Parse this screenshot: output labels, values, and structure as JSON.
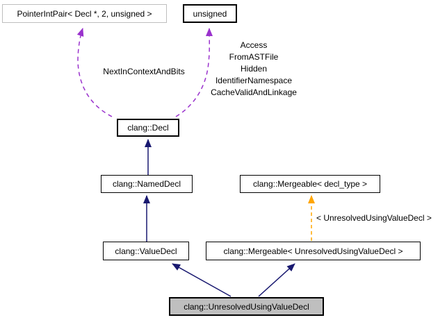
{
  "diagram": {
    "kind": "collaboration-graph",
    "colors": {
      "inheritance": "#191970",
      "usage": "#9a32cd",
      "template": "#ffa500",
      "node_fill": "#ffffff",
      "current_node_fill": "#bfbfbf",
      "external_border": "#bebebe",
      "node_border": "#000000"
    }
  },
  "nodes": {
    "pointer_int_pair": {
      "label": "PointerIntPair< Decl *, 2, unsigned >"
    },
    "unsigned": {
      "label": "unsigned"
    },
    "decl": {
      "label": "clang::Decl"
    },
    "named_decl": {
      "label": "clang::NamedDecl"
    },
    "mergeable_decl_type": {
      "label": "clang::Mergeable< decl_type >"
    },
    "value_decl": {
      "label": "clang::ValueDecl"
    },
    "mergeable_uuvd": {
      "label": "clang::Mergeable< UnresolvedUsingValueDecl >"
    },
    "unresolved_using_value_decl": {
      "label": "clang::UnresolvedUsingValueDecl"
    }
  },
  "edge_labels": {
    "next_in_context": "NextInContextAndBits",
    "unsigned_fields": [
      "Access",
      "FromASTFile",
      "Hidden",
      "IdentifierNamespace",
      "CacheValidAndLinkage"
    ],
    "template_instantiation": "< UnresolvedUsingValueDecl >"
  }
}
